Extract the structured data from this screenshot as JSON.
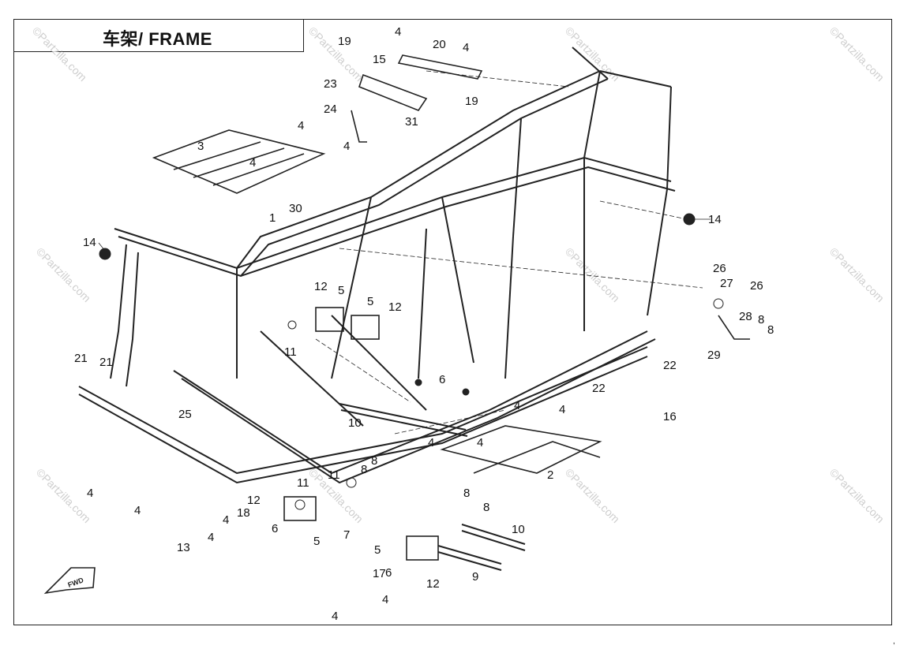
{
  "title": "车架/ FRAME",
  "watermark": "©Partzilla.com",
  "fwd_label": "FWD",
  "corner_mark": ",",
  "callouts": [
    "1",
    "2",
    "3",
    "4",
    "5",
    "6",
    "7",
    "8",
    "9",
    "10",
    "11",
    "12",
    "13",
    "14",
    "15",
    "16",
    "17",
    "18",
    "19",
    "20",
    "21",
    "22",
    "23",
    "24",
    "25",
    "26",
    "27",
    "28",
    "29",
    "30",
    "31"
  ],
  "colors": {
    "line": "#222222",
    "watermark": "#cfcfcf",
    "background": "#ffffff"
  }
}
